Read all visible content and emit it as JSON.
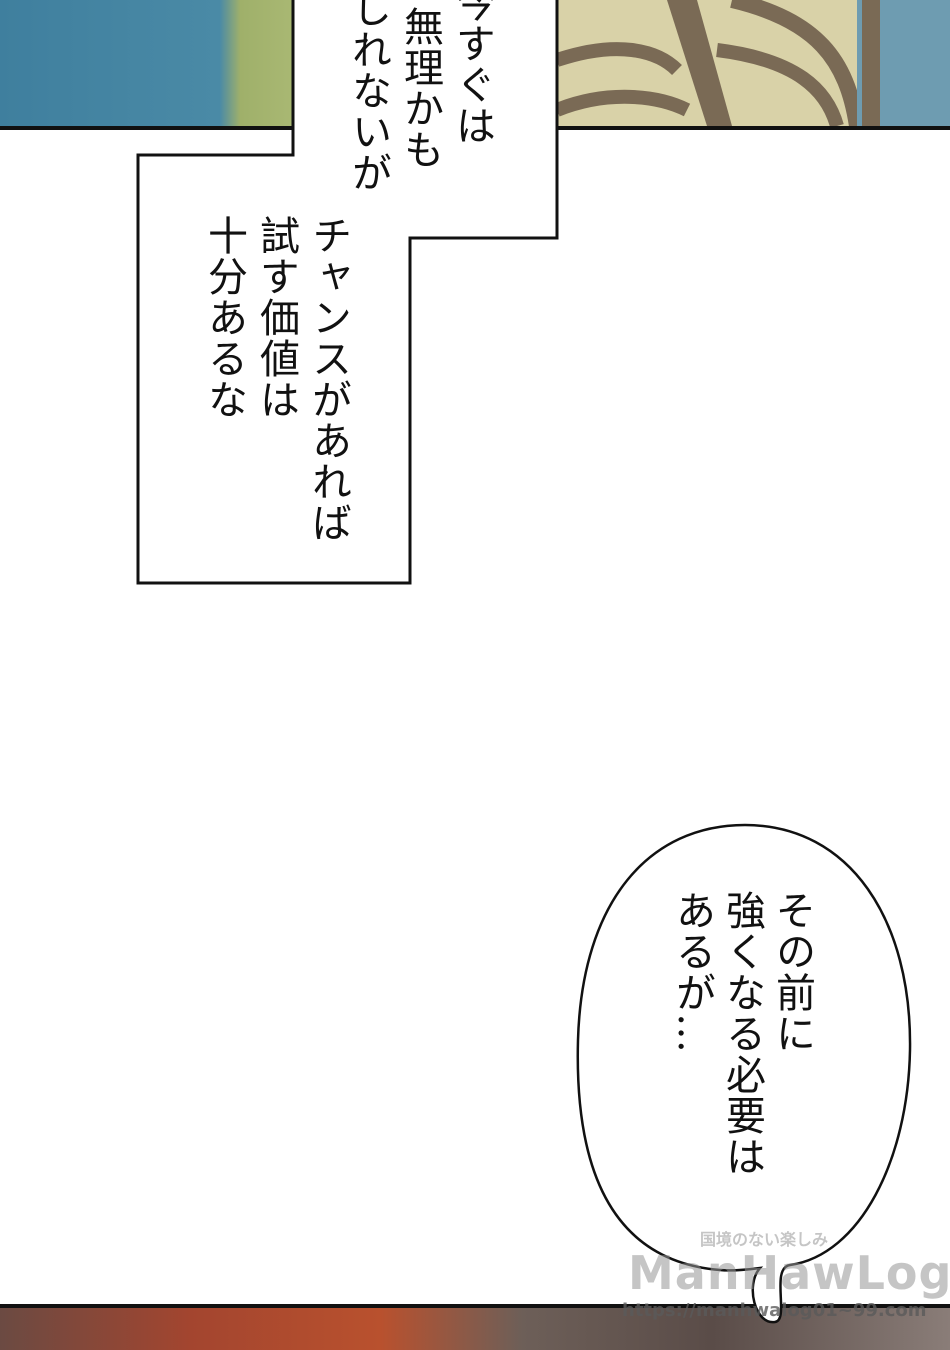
{
  "caption": {
    "columns": [
      "今すぐは",
      "無理かも",
      "しれないが",
      "チャンスがあれば",
      "試す価値は",
      "十分あるな"
    ]
  },
  "speech_bubble": {
    "columns": [
      "その前に",
      "強くなる必要は",
      "あるが…"
    ]
  },
  "watermark": {
    "tagline": "国境のない楽しみ",
    "brand": "ManHawLog",
    "url": "https://manhwalog01~99.com"
  }
}
